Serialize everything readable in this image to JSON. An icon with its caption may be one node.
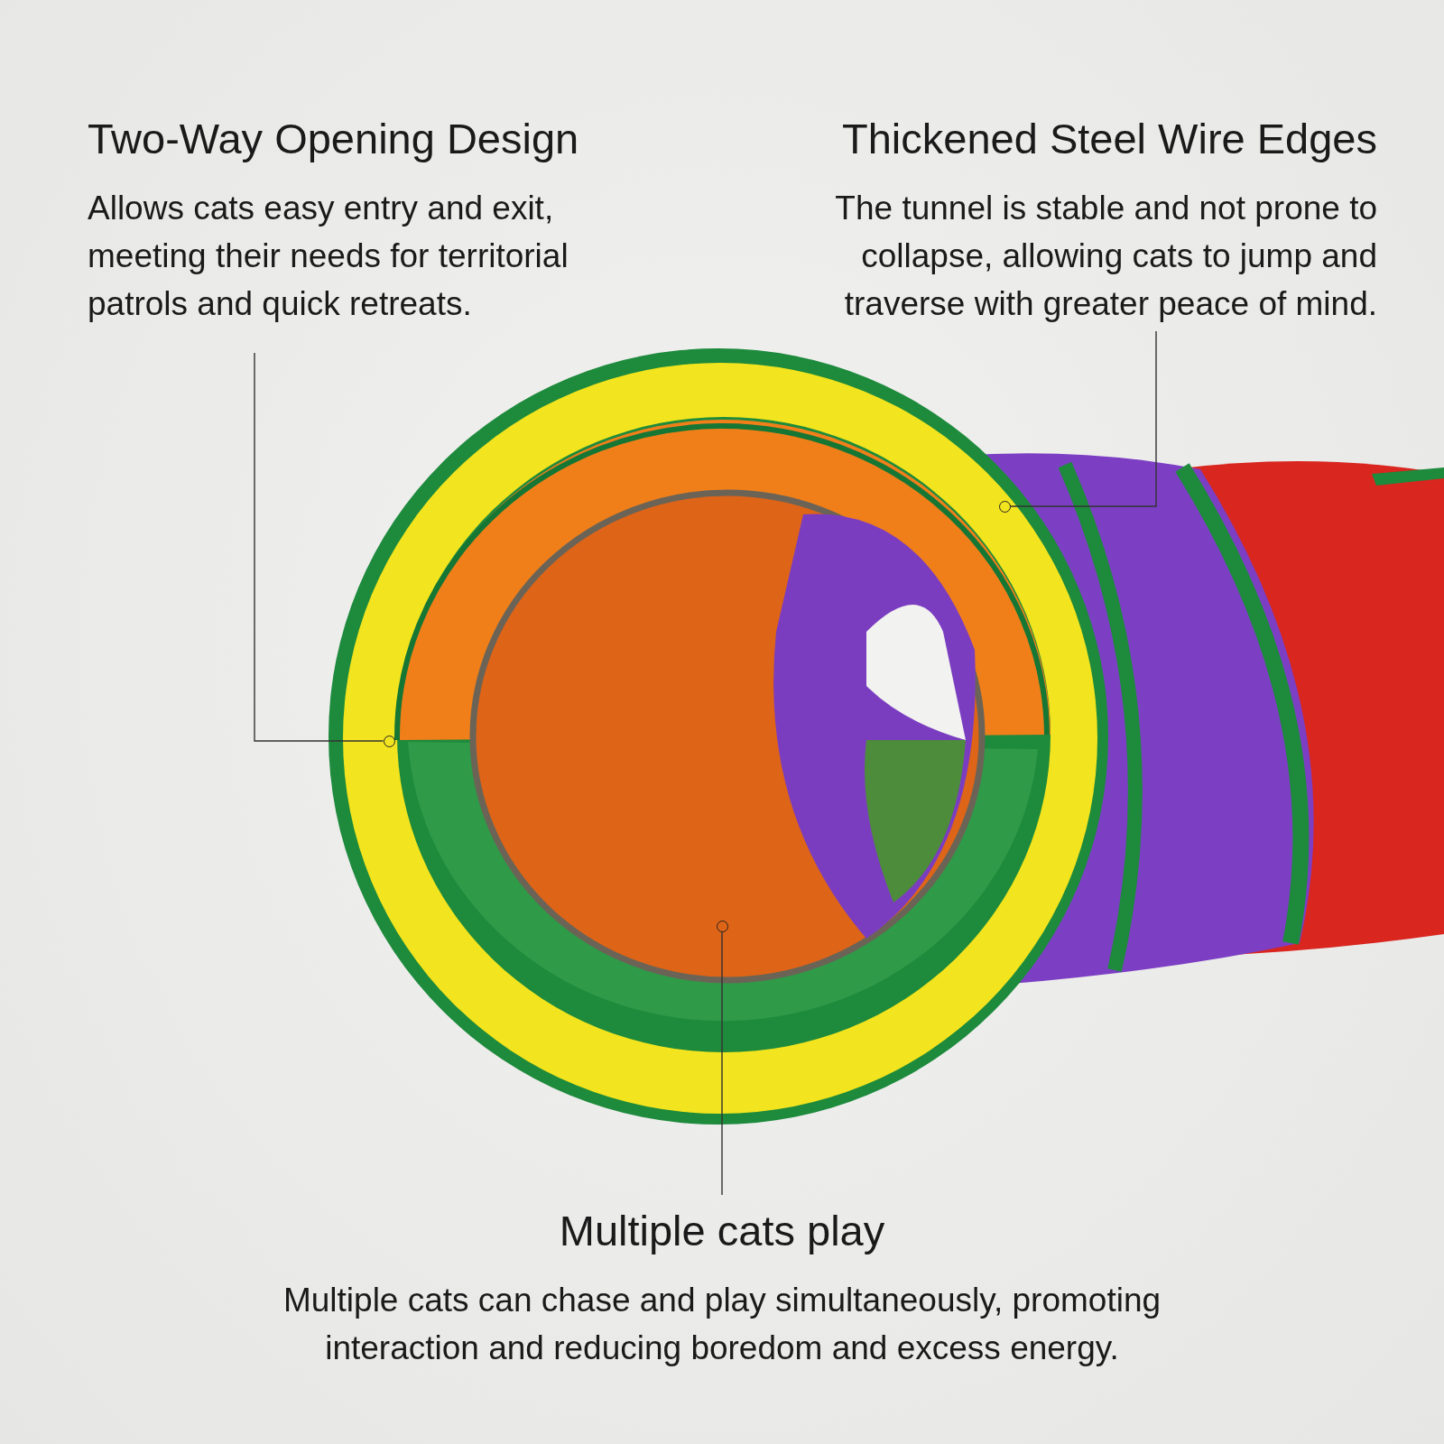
{
  "diagram": {
    "nodes": [
      {
        "text": [
          "Two-Way Opening Design",
          "Allows cats easy entry and exit, meeting their needs for territorial patrols and quick retreats."
        ]
      },
      {
        "text": [
          "Thickened Steel Wire Edges",
          "The tunnel is stable and not prone to collapse, allowing cats to jump and traverse with greater peace of mind."
        ]
      },
      {
        "text": [
          "Multiple cats play",
          "Multiple cats can chase and play simultaneously, promoting interaction and reducing boredom and excess energy."
        ]
      },
      {
        "text": [],
        "shape": "circle"
      },
      {
        "text": [],
        "shape": "circle"
      },
      {
        "text": [],
        "shape": "circle"
      }
    ],
    "edges": [
      {
        "from": 0,
        "to": 3,
        "arrow": "none"
      },
      {
        "from": 1,
        "to": 4,
        "arrow": "none"
      },
      {
        "from": 2,
        "to": 5,
        "arrow": "none"
      }
    ]
  }
}
